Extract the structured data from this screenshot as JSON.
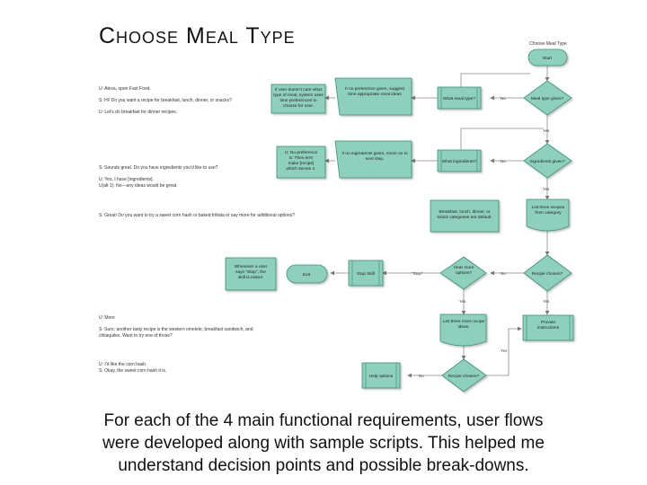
{
  "title": "Choose Meal Type",
  "diagram": {
    "heading": "Choose Meal Type",
    "nodes": {
      "start": "Start",
      "meal_given": "Meal type given?",
      "what_meal": "What meal type?",
      "no_pref": "If no preference given, suggest time-appropriate meal ideas",
      "note_time": [
        "If user doesn't care what",
        "type of meal, system uses",
        "time preferences to",
        "choose for user."
      ],
      "ingredients_given": "Ingredients given?",
      "what_ingredients": "What ingredients?",
      "no_ingredients": "If no ingredients given, move on to next step.",
      "note_serves": [
        "U: No preference",
        "S: Then let's",
        "make [recipe]",
        "which serves 4."
      ],
      "list_three": "List three recipes from category",
      "note_defaults": [
        "Breakfast, lunch, dinner, or",
        "snack categories are default."
      ],
      "recipe_chosen": "Recipe chosen?",
      "hear_more": "Hear more options?",
      "stop_skill": "Stop Skill",
      "exit": "Exit",
      "note_stop": [
        "Whenever a user",
        "says \"Stop\", the",
        "skill is exited."
      ],
      "list_more": "List three more recipe ideas.",
      "provide": "Provide instructions",
      "recipe_chosen2": "Recipe chosen?",
      "help": "Help options"
    },
    "edge_labels": {
      "no": "No",
      "yes": "Yes",
      "stop": "\"Stop\""
    }
  },
  "scripts": {
    "block1": "U: Alexa, open Fast Food.\n\nS: Hi! Do you want a recipe for breakfast, lunch, dinner, or snacks?\n\nU: Let's do breakfast for dinner recipes.",
    "block2": "S: Sounds great. Do you have ingredients you'd like to use?\n\nU: Yes, I have [ingredients].\nU(alt 1): No—any ideas would be great.",
    "block3": "S: Great! Do you want to try a sweet corn hash or baked frittata or say more for additional options?",
    "block4": "U: More\n\nS: Sure, another tasty recipe is  the western omelete, breakfast sandwich, and chilaquiles. Want to try one of those?",
    "block5": "U: I'd like the corn hash.\nS: Okay, the sweet corn hash it is."
  },
  "caption": [
    "For each of the 4 main functional requirements, user flows",
    "were developed along with sample scripts.  This helped me",
    "understand decision points and possible break-downs."
  ],
  "colors": {
    "fill": "#8fd0bd",
    "stroke": "#3f8f79",
    "line": "#8a8a8a"
  }
}
